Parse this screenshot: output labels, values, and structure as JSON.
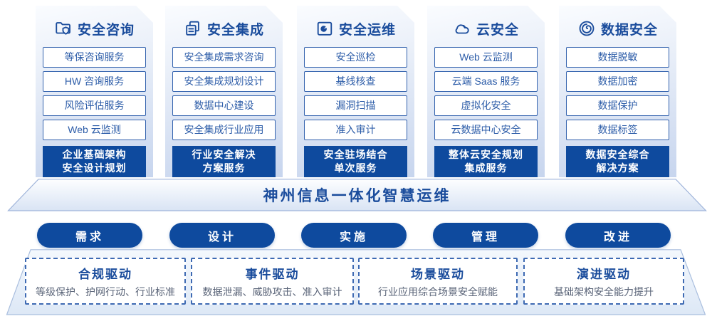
{
  "palette": {
    "primary_blue": "#0E4A9E",
    "title_blue": "#1A4C9C",
    "item_border_blue": "#3463AE",
    "item_text_blue": "#2C5CA8",
    "desc_gray": "#5A6478",
    "card_gradient_bottom": "#C7D5EE"
  },
  "columns": [
    {
      "title": "安全咨询",
      "icon": "folder-shield-icon",
      "items": [
        "等保咨询服务",
        "HW 咨询服务",
        "风险评估服务",
        "Web 云监测"
      ],
      "highlight": "企业基础架构\n安全设计规划"
    },
    {
      "title": "安全集成",
      "icon": "documents-icon",
      "items": [
        "安全集成需求咨询",
        "安全集成规划设计",
        "数据中心建设",
        "安全集成行业应用"
      ],
      "highlight": "行业安全解决\n方案服务"
    },
    {
      "title": "安全运维",
      "icon": "folder-pie-icon",
      "items": [
        "安全巡检",
        "基线核查",
        "漏洞扫描",
        "准入审计"
      ],
      "highlight": "安全驻场结合\n单次服务"
    },
    {
      "title": "云安全",
      "icon": "cloud-icon",
      "items": [
        "Web 云监测",
        "云端 Saas 服务",
        "虚拟化安全",
        "云数据中心安全"
      ],
      "highlight": "整体云安全规划\n集成服务"
    },
    {
      "title": "数据安全",
      "icon": "spiral-icon",
      "items": [
        "数据脱敏",
        "数据加密",
        "数据保护",
        "数据标签"
      ],
      "highlight": "数据安全综合\n解决方案"
    }
  ],
  "banner": {
    "title": "神州信息一体化智慧运维"
  },
  "process": [
    "需求",
    "设计",
    "实施",
    "管理",
    "改进"
  ],
  "drivers": [
    {
      "title": "合规驱动",
      "desc": "等级保护、护网行动、行业标准"
    },
    {
      "title": "事件驱动",
      "desc": "数据泄漏、威胁攻击、准入审计"
    },
    {
      "title": "场景驱动",
      "desc": "行业应用综合场景安全赋能"
    },
    {
      "title": "演进驱动",
      "desc": "基础架构安全能力提升"
    }
  ]
}
